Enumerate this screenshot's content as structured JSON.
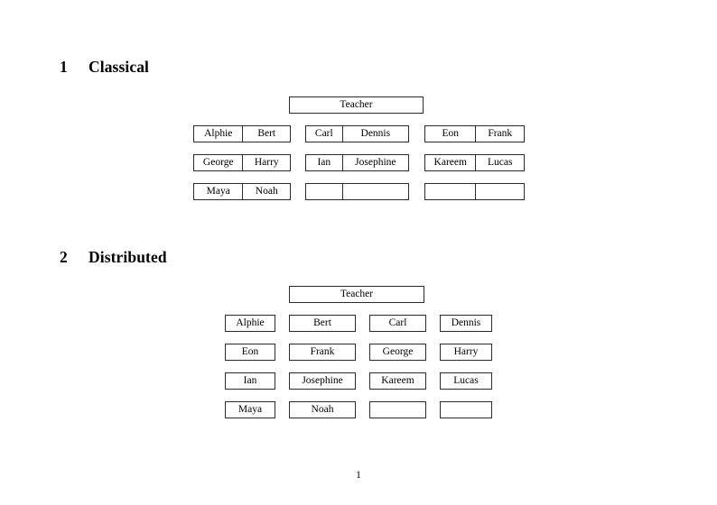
{
  "document": {
    "page_number": "1",
    "text_color": "#000000",
    "background_color": "#ffffff",
    "rule_color": "#2b2b2b"
  },
  "sections": [
    {
      "number": "1",
      "title": "Classical",
      "teacher_label": "Teacher",
      "layout": "three-groups-of-two-columns",
      "groups": [
        {
          "name": "group-left",
          "rows": [
            [
              "Alphie",
              "Bert"
            ],
            [
              "George",
              "Harry"
            ],
            [
              "Maya",
              "Noah"
            ]
          ]
        },
        {
          "name": "group-middle",
          "rows": [
            [
              "Carl",
              "Dennis"
            ],
            [
              "Ian",
              "Josephine"
            ],
            [
              "",
              ""
            ]
          ]
        },
        {
          "name": "group-right",
          "rows": [
            [
              "Eon",
              "Frank"
            ],
            [
              "Kareem",
              "Lucas"
            ],
            [
              "",
              ""
            ]
          ]
        }
      ]
    },
    {
      "number": "2",
      "title": "Distributed",
      "teacher_label": "Teacher",
      "layout": "four-columns-of-single-boxes",
      "rows": [
        [
          "Alphie",
          "Bert",
          "Carl",
          "Dennis"
        ],
        [
          "Eon",
          "Frank",
          "George",
          "Harry"
        ],
        [
          "Ian",
          "Josephine",
          "Kareem",
          "Lucas"
        ],
        [
          "Maya",
          "Noah",
          "",
          ""
        ]
      ]
    }
  ]
}
